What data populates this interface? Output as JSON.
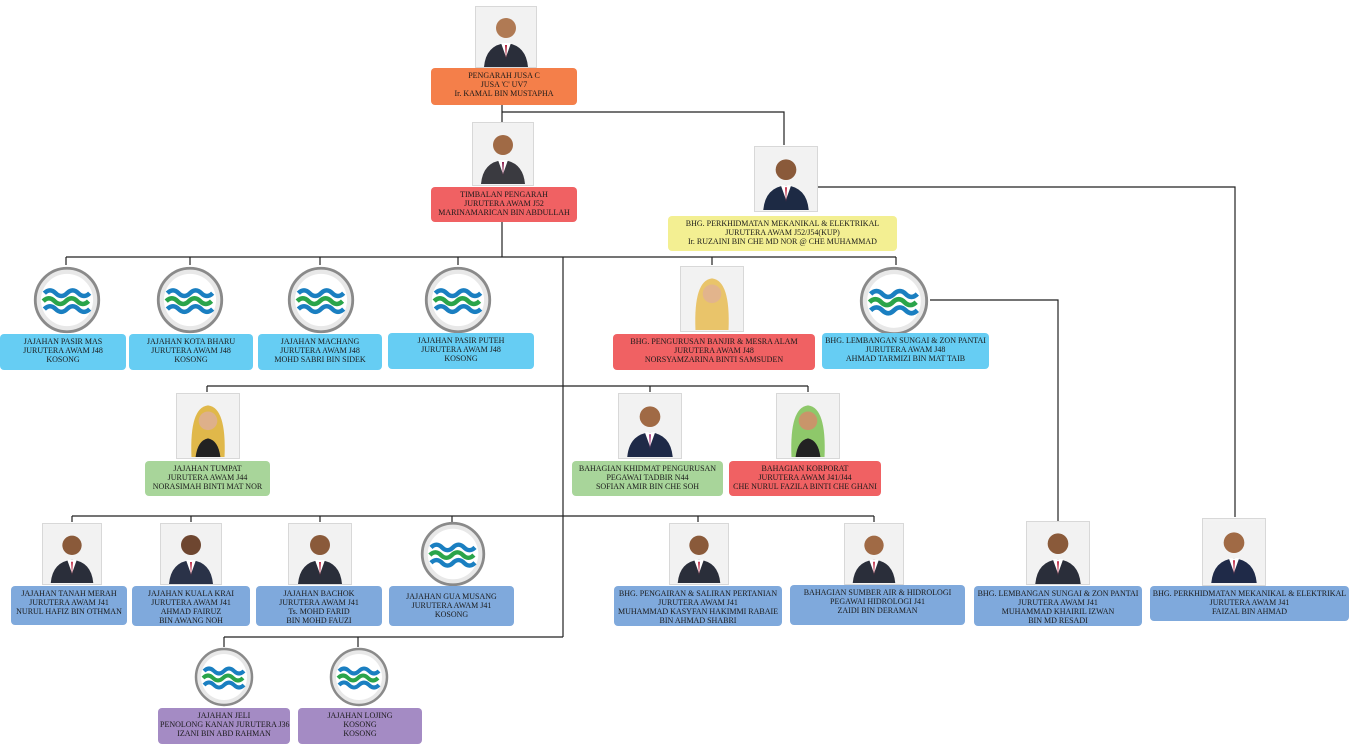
{
  "colors": {
    "orange": "#f47f4a",
    "red": "#f06163",
    "yellow": "#f3ef92",
    "sky": "#66cdf3",
    "green": "#a8d59a",
    "blue": "#7fa9dc",
    "purple": "#a48bc4",
    "line": "#222222"
  },
  "nodes": [
    {
      "id": "pengarah",
      "color": "orange",
      "lines": [
        "PENGARAH JUSA C",
        "JUSA 'C' UV7",
        "Ir. KAMAL BIN MUSTAPHA"
      ],
      "avatar": "photo-man-suit-icon"
    },
    {
      "id": "timbalan",
      "color": "red",
      "lines": [
        "TIMBALAN PENGARAH",
        "JURUTERA AWAM J52",
        "MARINAMARICAN BIN ABDULLAH"
      ],
      "avatar": "photo-man-suit-icon"
    },
    {
      "id": "mekanikal-kup",
      "color": "yellow",
      "lines": [
        "BHG. PERKHIDMATAN MEKANIKAL & ELEKTRIKAL",
        "JURUTERA AWAM J52/J54(KUP)",
        "Ir. RUZAINI BIN CHE MD NOR @ CHE MUHAMMAD"
      ],
      "avatar": "photo-man-suit-icon"
    },
    {
      "id": "pasir-mas",
      "color": "sky",
      "lines": [
        "JAJAHAN PASIR MAS",
        "JURUTERA AWAM J48",
        "KOSONG"
      ],
      "avatar": "agency-logo-icon"
    },
    {
      "id": "kota-bharu",
      "color": "sky",
      "lines": [
        "JAJAHAN KOTA BHARU",
        "JURUTERA AWAM J48",
        "KOSONG"
      ],
      "avatar": "agency-logo-icon"
    },
    {
      "id": "machang",
      "color": "sky",
      "lines": [
        "JAJAHAN MACHANG",
        "JURUTERA AWAM J48",
        "MOHD SABRI BIN SIDEK"
      ],
      "avatar": "agency-logo-icon"
    },
    {
      "id": "pasir-puteh",
      "color": "sky",
      "lines": [
        "JAJAHAN PASIR PUTEH",
        "JURUTERA AWAM J48",
        "KOSONG"
      ],
      "avatar": "agency-logo-icon"
    },
    {
      "id": "banjir",
      "color": "red",
      "lines": [
        "BHG. PENGURUSAN BANJIR & MESRA ALAM",
        "JURUTERA AWAM J48",
        "NORSYAMZARINA BINTI SAMSUDEN"
      ],
      "avatar": "photo-woman-hijab-icon"
    },
    {
      "id": "lembangan-j48",
      "color": "sky",
      "lines": [
        "BHG. LEMBANGAN SUNGAI & ZON PANTAI",
        "JURUTERA AWAM J48",
        "AHMAD TARMIZI BIN MAT TAIB"
      ],
      "avatar": "agency-logo-icon"
    },
    {
      "id": "tumpat",
      "color": "green",
      "lines": [
        "JAJAHAN TUMPAT",
        "JURUTERA AWAM J44",
        "NORASIMAH BINTI MAT NOR"
      ],
      "avatar": "photo-woman-hijab-icon"
    },
    {
      "id": "khidmat",
      "color": "green",
      "lines": [
        "BAHAGIAN KHIDMAT PENGURUSAN",
        "PEGAWAI TADBIR N44",
        "SOFIAN AMIR BIN CHE SOH"
      ],
      "avatar": "photo-man-suit-icon"
    },
    {
      "id": "korporat",
      "color": "red",
      "lines": [
        "BAHAGIAN KORPORAT",
        "JURUTERA AWAM J41/J44",
        "CHE NURUL FAZILA BINTI CHE GHANI"
      ],
      "avatar": "photo-woman-hijab-icon"
    },
    {
      "id": "tanah-merah",
      "color": "blue",
      "lines": [
        "JAJAHAN TANAH MERAH",
        "JURUTERA AWAM J41",
        "NURUL HAFIZ BIN OTHMAN"
      ],
      "avatar": "photo-man-suit-icon"
    },
    {
      "id": "kuala-krai",
      "color": "blue",
      "lines": [
        "JAJAHAN KUALA KRAI",
        "JURUTERA AWAM J41",
        "AHMAD FAIRUZ",
        "BIN AWANG NOH"
      ],
      "avatar": "photo-man-suit-icon"
    },
    {
      "id": "bachok",
      "color": "blue",
      "lines": [
        "JAJAHAN BACHOK",
        "JURUTERA AWAM J41",
        "Ts. MOHD FARID",
        "BIN MOHD FAUZI"
      ],
      "avatar": "photo-man-suit-icon"
    },
    {
      "id": "gua-musang",
      "color": "blue",
      "lines": [
        "JAJAHAN GUA MUSANG",
        "JURUTERA AWAM J41",
        "KOSONG"
      ],
      "avatar": "agency-logo-icon"
    },
    {
      "id": "pengairan",
      "color": "blue",
      "lines": [
        "BHG. PENGAIRAN & SALIRAN PERTANIAN",
        "JURUTERA AWAM J41",
        "MUHAMMAD KASYFAN HAKIMMI RABAIE",
        "BIN AHMAD SHABRI"
      ],
      "avatar": "photo-man-suit-icon"
    },
    {
      "id": "sumber-air",
      "color": "blue",
      "lines": [
        "BAHAGIAN SUMBER AIR & HIDROLOGI",
        "PEGAWAI HIDROLOGI J41",
        "ZAIDI BIN DERAMAN"
      ],
      "avatar": "photo-man-suit-icon"
    },
    {
      "id": "lembangan-j41",
      "color": "blue",
      "lines": [
        "BHG. LEMBANGAN SUNGAI & ZON PANTAI",
        "JURUTERA AWAM J41",
        "MUHAMMAD KHAIRIL IZWAN",
        "BIN MD RESADI"
      ],
      "avatar": "photo-man-suit-icon"
    },
    {
      "id": "mekanikal-j41",
      "color": "blue",
      "lines": [
        "BHG. PERKHIDMATAN MEKANIKAL & ELEKTRIKAL",
        "JURUTERA AWAM J41",
        "FAIZAL BIN AHMAD"
      ],
      "avatar": "photo-man-suit-icon"
    },
    {
      "id": "jeli",
      "color": "purple",
      "lines": [
        "JAJAHAN JELI",
        "PENOLONG KANAN JURUTERA J36",
        "IZANI BIN ABD RAHMAN"
      ],
      "avatar": "agency-logo-icon"
    },
    {
      "id": "lojing",
      "color": "purple",
      "lines": [
        "JAJAHAN LOJING",
        "KOSONG",
        "KOSONG"
      ],
      "avatar": "agency-logo-icon"
    }
  ]
}
